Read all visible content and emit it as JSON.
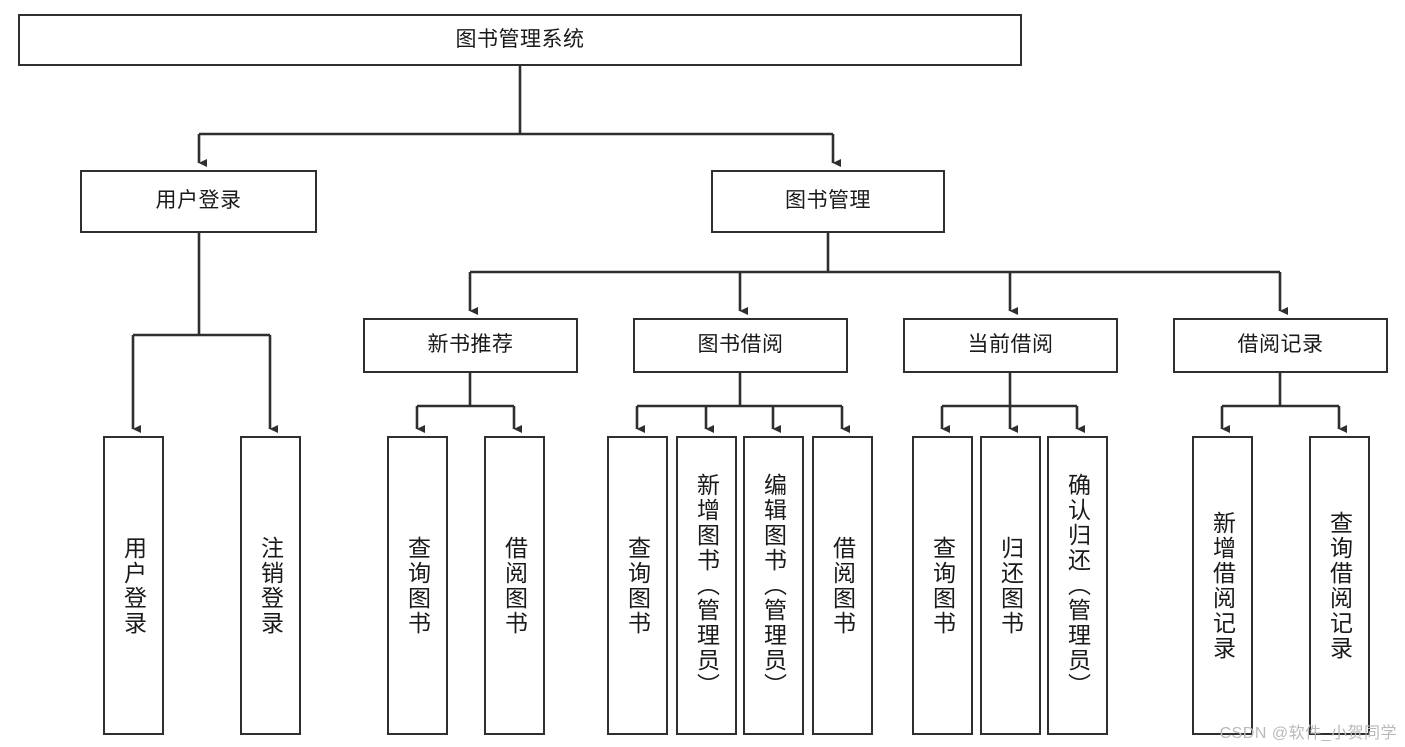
{
  "diagram": {
    "title": "图书管理系统",
    "watermark": "CSDN @软件_小贺同学",
    "colors": {
      "stroke": "#2f2f2f",
      "fill": "#ffffff",
      "text": "#1a1a1a",
      "watermark": "#b9b9b9"
    },
    "nodes": {
      "root": {
        "label": "图书管理系统"
      },
      "level2": [
        {
          "label": "用户登录"
        },
        {
          "label": "图书管理"
        }
      ],
      "level3": [
        {
          "label": "新书推荐"
        },
        {
          "label": "图书借阅"
        },
        {
          "label": "当前借阅"
        },
        {
          "label": "借阅记录"
        }
      ],
      "leaves": {
        "user_login": [
          {
            "label": "用户登录"
          },
          {
            "label": "注销登录"
          }
        ],
        "new_book": [
          {
            "label": "查询图书"
          },
          {
            "label": "借阅图书"
          }
        ],
        "book_borrow": [
          {
            "label": "查询图书"
          },
          {
            "label": "新增图书（管理员）"
          },
          {
            "label": "编辑图书（管理员）"
          },
          {
            "label": "借阅图书"
          }
        ],
        "current_borrow": [
          {
            "label": "查询图书"
          },
          {
            "label": "归还图书"
          },
          {
            "label": "确认归还（管理员）"
          }
        ],
        "borrow_record": [
          {
            "label": "新增借阅记录"
          },
          {
            "label": "查询借阅记录"
          }
        ]
      }
    }
  }
}
